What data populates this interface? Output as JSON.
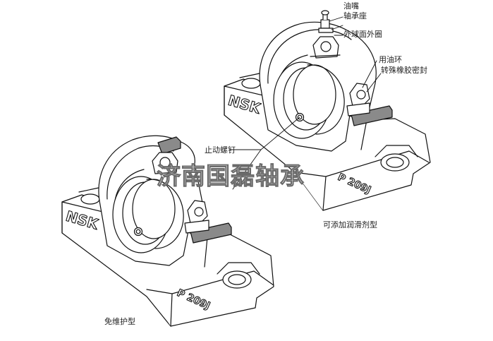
{
  "labels": {
    "oil_nipple": "油嘴",
    "bearing_housing": "轴承座",
    "outer_ring": "外球面外圈",
    "oil_slinger": "用油环",
    "rubber_seal": "转殊橡胶密封",
    "set_screw": "止动螺钉",
    "type_lubricated": "可添加润滑剂型",
    "type_maintenance_free": "免维护型"
  },
  "embossing": {
    "brand_right": "NSK",
    "model_right": "P 209J",
    "brand_left": "NSK",
    "model_left": "P 209J"
  },
  "watermark": "济南国磊轴承",
  "colors": {
    "line": "#111111",
    "seal_fill": "#8a8a8a",
    "watermark_stroke": "#6a6a6a"
  }
}
